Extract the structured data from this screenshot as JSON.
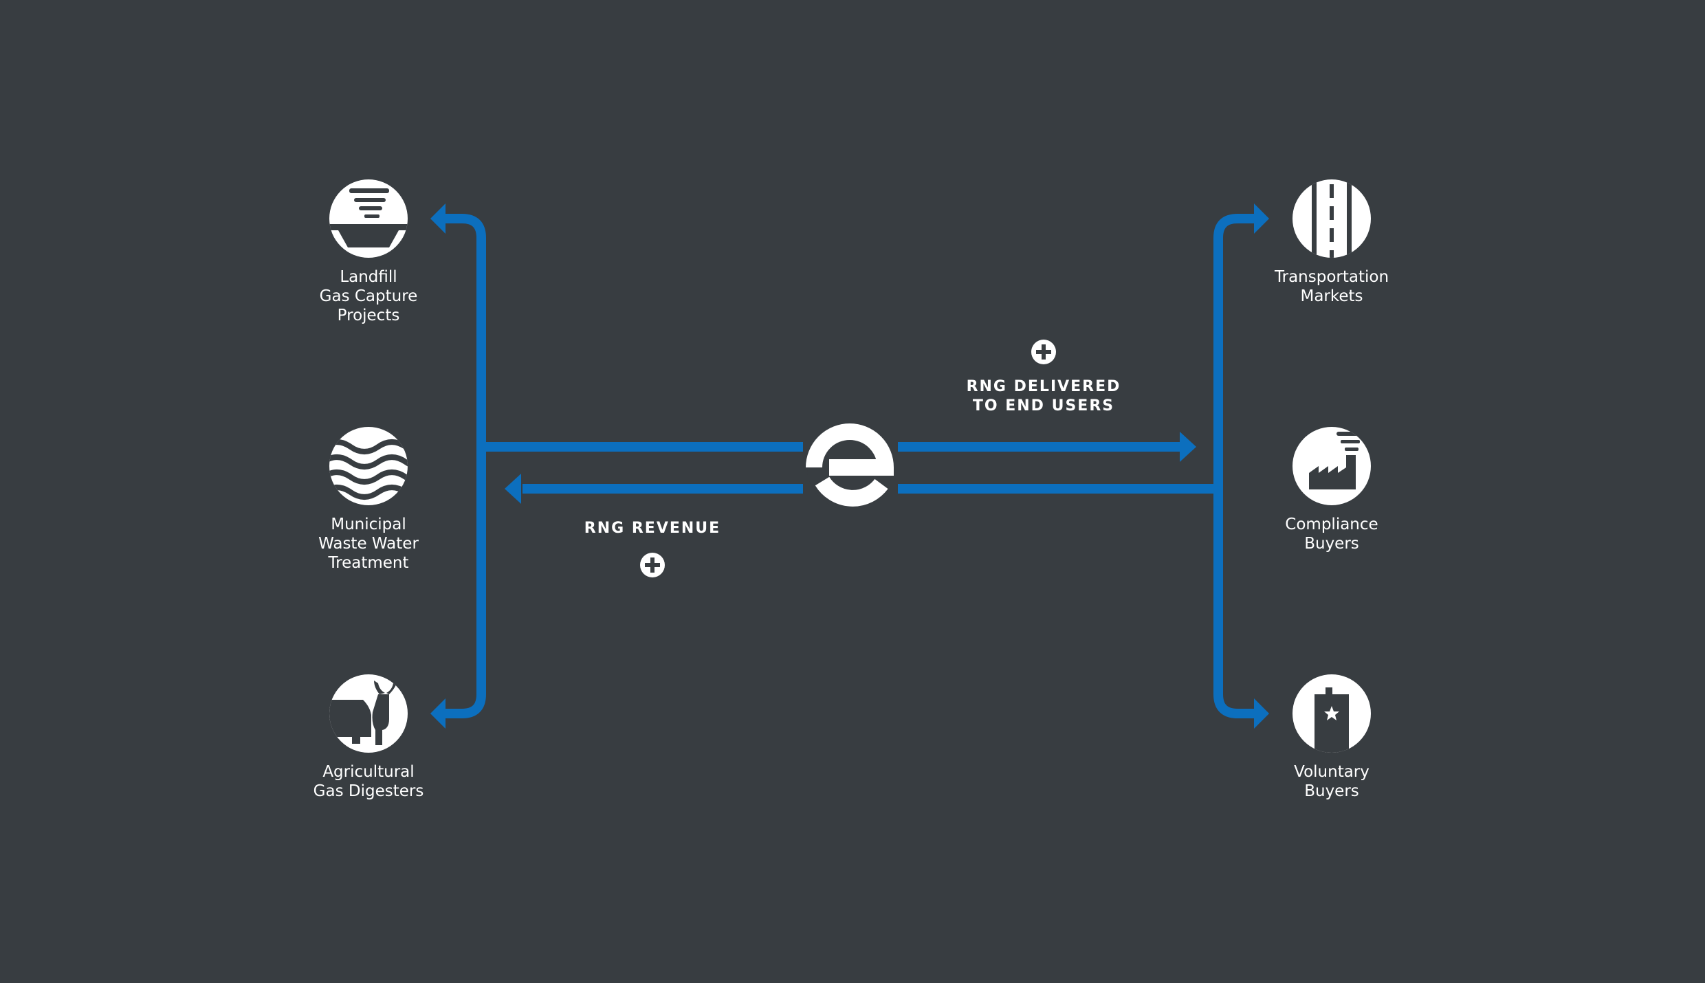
{
  "colors": {
    "background": "#383d41",
    "flow": "#0c6fbe",
    "icon": "#ffffff"
  },
  "center_logo": {
    "icon": "e-logo-icon"
  },
  "sources": [
    {
      "label": "Landfill\nGas Capture\nProjects",
      "icon": "landfill-icon"
    },
    {
      "label": "Municipal\nWaste Water\nTreatment",
      "icon": "waves-icon"
    },
    {
      "label": "Agricultural\nGas Digesters",
      "icon": "cow-icon"
    }
  ],
  "buyers": [
    {
      "label": "Transportation\nMarkets",
      "icon": "road-icon"
    },
    {
      "label": "Compliance\nBuyers",
      "icon": "factory-icon"
    },
    {
      "label": "Voluntary\nBuyers",
      "icon": "building-star-icon"
    }
  ],
  "flows": {
    "delivered": {
      "label": "RNG DELIVERED\nTO END USERS",
      "icon": "plus-circle-icon"
    },
    "revenue": {
      "label": "RNG REVENUE",
      "icon": "plus-circle-icon"
    }
  }
}
